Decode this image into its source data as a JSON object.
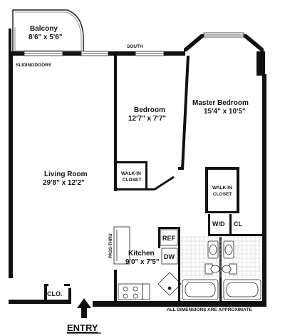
{
  "plan": {
    "orientation": "SOUTH",
    "sliding_doors": "SLIDINGDOORS",
    "disclaimer": "ALL DIMENSIONS ARE APPROXIMATE",
    "entry": "ENTRY",
    "pass_thru": "PASS-THRU",
    "rooms": {
      "balcony": {
        "name": "Balcony",
        "dims": "8'6\" x 5'6\""
      },
      "bedroom": {
        "name": "Bedroom",
        "dims": "12'7\" x 7'7\""
      },
      "master_bedroom": {
        "name": "Master Bedroom",
        "dims": "15'4\" x 10'5\""
      },
      "living_room": {
        "name": "Living Room",
        "dims": "29'8\" x 12'2\""
      },
      "kitchen": {
        "name": "Kitchen",
        "dims": "9'0\" x 7'5\""
      }
    },
    "closets": {
      "bedroom_walkin_line1": "WALK-IN",
      "bedroom_walkin_line2": "CLOSET",
      "master_walkin_line1": "WALK-IN",
      "master_walkin_line2": "CLOSET",
      "closet": "CLO.",
      "linen": "CL"
    },
    "fixtures": {
      "refrigerator": "REF",
      "dishwasher": "DW",
      "washer_dryer": "W/D"
    }
  }
}
